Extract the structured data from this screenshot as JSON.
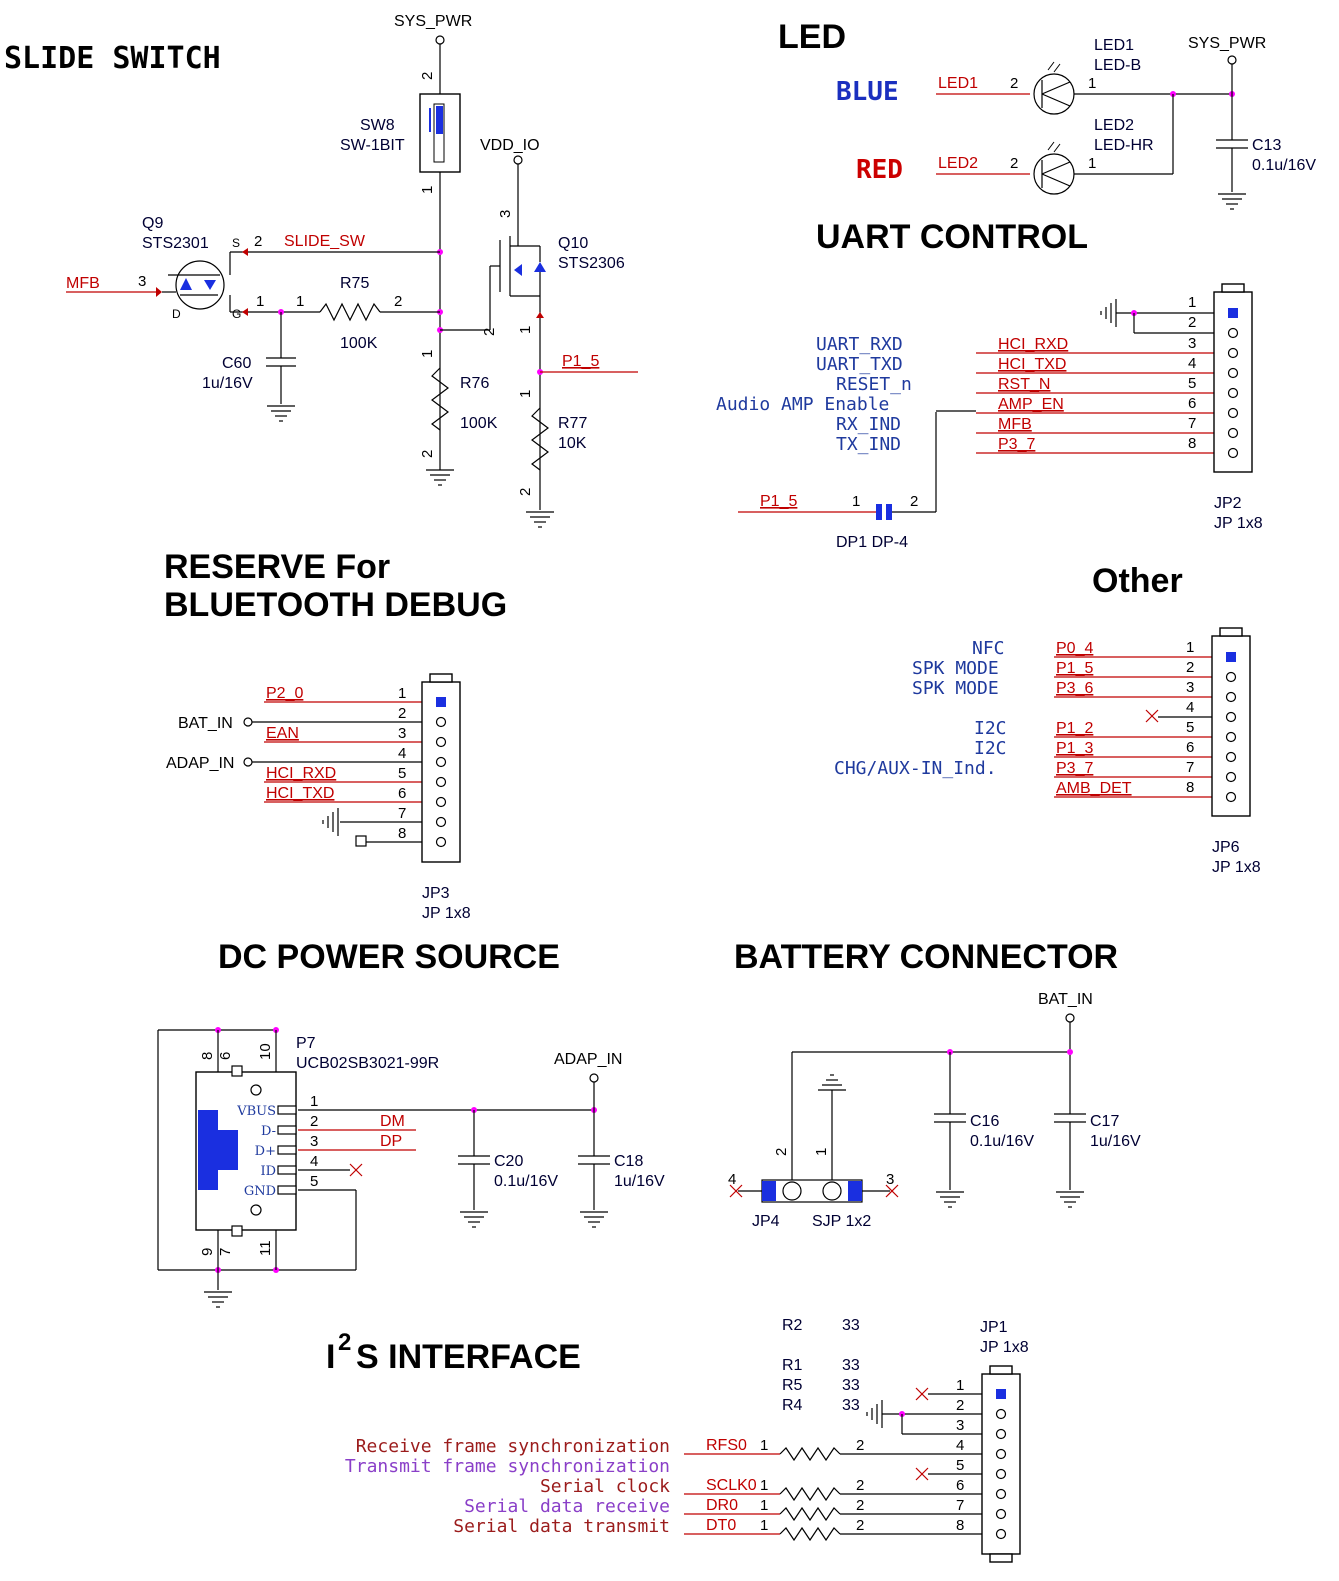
{
  "sections": {
    "slide_switch": "SLIDE  SWITCH",
    "led": "LED",
    "uart_control": "UART CONTROL",
    "reserve_line1": "RESERVE For",
    "reserve_line2": "BLUETOOTH DEBUG",
    "other": "Other",
    "dc_power": "DC POWER SOURCE",
    "battery": "BATTERY  CONNECTOR",
    "i2s_i": "I",
    "i2s_sup": "2",
    "i2s_rest": "S INTERFACE"
  },
  "slide": {
    "sys_pwr": "SYS_PWR",
    "vdd_io": "VDD_IO",
    "sw8_ref": "SW8",
    "sw8_val": "SW-1BIT",
    "q9_ref": "Q9",
    "q9_val": "STS2301",
    "q10_ref": "Q10",
    "q10_val": "STS2306",
    "mfb": "MFB",
    "slide_sw": "SLIDE_SW",
    "r75_ref": "R75",
    "r75_val": "100K",
    "r76_ref": "R76",
    "r76_val": "100K",
    "r77_ref": "R77",
    "r77_val": "10K",
    "c60_ref": "C60",
    "c60_val": "1u/16V",
    "p1_5": "P1_5",
    "q9_s": "S",
    "q9_g": "G",
    "q9_d": "D"
  },
  "led": {
    "blue": "BLUE",
    "red": "RED",
    "led1_net": "LED1",
    "led2_net": "LED2",
    "led1_ref": "LED1",
    "led1_val": "LED-B",
    "led2_ref": "LED2",
    "led2_val": "LED-HR",
    "sys_pwr": "SYS_PWR",
    "c13_ref": "C13",
    "c13_val": "0.1u/16V"
  },
  "uart": {
    "labels": [
      "UART_RXD",
      "UART_TXD",
      "RESET_n",
      "Audio  AMP  Enable",
      "RX_IND",
      "TX_IND"
    ],
    "nets": [
      "HCI_RXD",
      "HCI_TXD",
      "RST_N",
      "AMP_EN",
      "MFB",
      "P3_7"
    ],
    "jp2_ref": "JP2",
    "jp2_val": "JP 1x8",
    "p1_5": "P1_5",
    "dp1": "DP1 DP-4"
  },
  "reserve": {
    "nets": [
      "P2_0",
      "",
      "EAN",
      "",
      "HCI_RXD",
      "HCI_TXD",
      "",
      ""
    ],
    "bat_in": "BAT_IN",
    "adap_in": "ADAP_IN",
    "jp3_ref": "JP3",
    "jp3_val": "JP 1x8"
  },
  "other": {
    "labels": [
      "NFC",
      "SPK  MODE",
      "SPK  MODE",
      "",
      "I2C",
      "I2C",
      "CHG/AUX-IN_Ind.",
      ""
    ],
    "nets": [
      "P0_4",
      "P1_5",
      "P3_6",
      "",
      "P1_2",
      "P1_3",
      "P3_7",
      "AMB_DET"
    ],
    "jp6_ref": "JP6",
    "jp6_val": "JP 1x8"
  },
  "dc": {
    "p7_ref": "P7",
    "p7_val": "UCB02SB3021-99R",
    "adap_in": "ADAP_IN",
    "dm": "DM",
    "dp": "DP",
    "usb_pins": [
      "VBUS",
      "D-",
      "D+",
      "ID",
      "GND"
    ],
    "c20_ref": "C20",
    "c20_val": "0.1u/16V",
    "c18_ref": "C18",
    "c18_val": "1u/16V",
    "top_pins": [
      "8",
      "6",
      "10"
    ],
    "bot_pins": [
      "9",
      "7",
      "11"
    ]
  },
  "battery": {
    "bat_in": "BAT_IN",
    "c16_ref": "C16",
    "c16_val": "0.1u/16V",
    "c17_ref": "C17",
    "c17_val": "1u/16V",
    "jp4_ref": "JP4",
    "jp4_val": "SJP 1x2"
  },
  "i2s": {
    "labels": [
      {
        "text": "Receive  frame  synchronization",
        "color": "red"
      },
      {
        "text": "Transmit  frame  synchronization",
        "color": "purple"
      },
      {
        "text": "Serial  clock",
        "color": "red"
      },
      {
        "text": "Serial  data  receive",
        "color": "purple"
      },
      {
        "text": "Serial  data  transmit",
        "color": "red"
      }
    ],
    "nets": [
      "RFS0",
      "SCLK0",
      "DR0",
      "DT0"
    ],
    "r_refs": [
      [
        "R2",
        "33"
      ],
      [
        "R1",
        "33"
      ],
      [
        "R5",
        "33"
      ],
      [
        "R4",
        "33"
      ]
    ],
    "jp1_ref": "JP1",
    "jp1_val": "JP 1x8"
  },
  "colors": {
    "wire": "#000000",
    "net_label": "#c00000",
    "junction": "#ff00ff",
    "component_blue": "#1a2fe0"
  }
}
